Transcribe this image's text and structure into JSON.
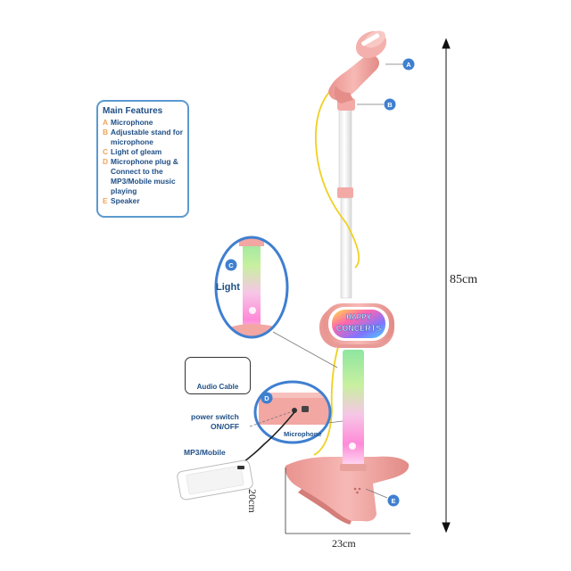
{
  "features": {
    "title": "Main Features",
    "items": [
      {
        "letter": "A",
        "text": "Microphone"
      },
      {
        "letter": "B",
        "text": "Adjustable stand for microphone"
      },
      {
        "letter": "C",
        "text": "Light of gleam"
      },
      {
        "letter": "D",
        "text": "Microphone plug & Connect to the MP3/Mobile music playing"
      },
      {
        "letter": "E",
        "text": "Speaker"
      }
    ]
  },
  "callouts": {
    "a": "A",
    "b": "B",
    "c": "C",
    "d": "D",
    "e": "E"
  },
  "labels": {
    "light": "Light",
    "audio_cable": "Audio Cable",
    "power_switch": "power switch",
    "on_off": "ON/OFF",
    "microphone": "Microphone",
    "mp3_mobile": "MP3/Mobile"
  },
  "speaker_logo": {
    "line1": "HAPPY",
    "line2": "CONCERTS"
  },
  "dimensions": {
    "height": "85cm",
    "base_depth": "20cm",
    "base_width": "23cm"
  },
  "colors": {
    "pink": "#f2a7a3",
    "pink_dark": "#e08c88",
    "callout_blue": "#3f7fd0",
    "text_navy": "#1f4f86",
    "accent_orange": "#f0a45a",
    "cable_yellow": "#f0d020"
  }
}
